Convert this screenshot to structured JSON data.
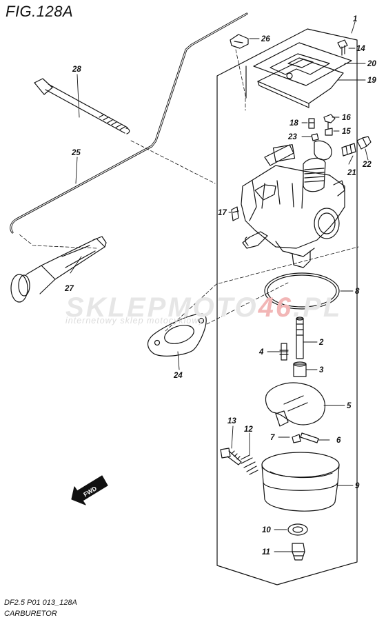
{
  "header": {
    "title": "FIG.128A"
  },
  "watermark": {
    "brand_part1": "SKLEPMOTO",
    "brand_part2": "46",
    "brand_part3": ".PL",
    "tagline": "internetowy sklep motocyklowy"
  },
  "footer": {
    "code": "DF2.5 P01 013_128A",
    "caption": "CARBURETOR"
  },
  "arrow": {
    "label": "FWD"
  },
  "callouts": {
    "c1": "1",
    "c2": "2",
    "c3": "3",
    "c4": "4",
    "c5": "5",
    "c6": "6",
    "c7": "7",
    "c8": "8",
    "c9": "9",
    "c10": "10",
    "c11": "11",
    "c12": "12",
    "c13": "13",
    "c14": "14",
    "c15": "15",
    "c16": "16",
    "c17": "17",
    "c18": "18",
    "c19": "19",
    "c20": "20",
    "c21": "21",
    "c22": "22",
    "c23": "23",
    "c24": "24",
    "c25": "25",
    "c26": "26",
    "c27": "27",
    "c28": "28"
  },
  "colors": {
    "line": "#111111",
    "watermark_red": "#f2b6b6",
    "watermark_grey": "#e6e6e6"
  }
}
